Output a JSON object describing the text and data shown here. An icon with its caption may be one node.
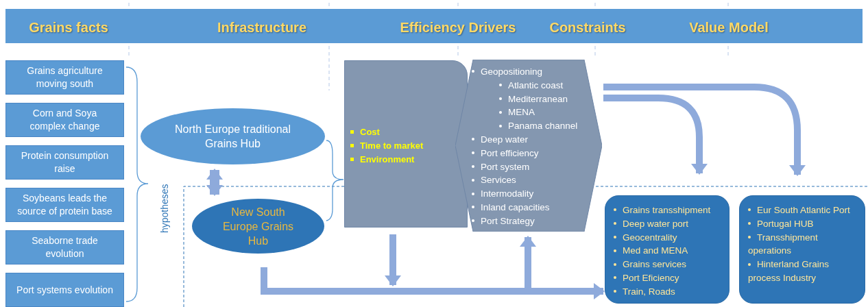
{
  "diagram": {
    "nodes": [
      {
        "text": [
          "Grains facts",
          "Infrastructure",
          "Efficiency Drivers",
          "Constraints",
          "Value Model"
        ]
      },
      {
        "text": [
          "Grains agriculture moving south"
        ]
      },
      {
        "text": [
          "Corn and Soya complex change"
        ]
      },
      {
        "text": [
          "Protein consumption raise"
        ]
      },
      {
        "text": [
          "Soybeans leads the source of protein base"
        ]
      },
      {
        "text": [
          "Seaborne trade evolution"
        ]
      },
      {
        "text": [
          "Port systems evolution"
        ]
      },
      {
        "text": [
          "North Europe traditional Grains Hub"
        ]
      },
      {
        "text": [
          "New South Europe Grains Hub"
        ]
      },
      {
        "text": [
          "Cost",
          "Time to market",
          "Environment"
        ]
      },
      {
        "text": [
          "Geopositioning",
          "Atlantic coast",
          "Mediterranean",
          "MENA",
          "Panama channel",
          "Deep water",
          "Port efficiency",
          "Port system",
          "Services",
          "Intermodality",
          "Inland capacities",
          "Port Strategy"
        ]
      },
      {
        "text": [
          "Grains transshipment",
          "Deep water port",
          "Geocentrality",
          "Med and MENA",
          "Grains services",
          "Port Eficiency",
          "Train, Roads"
        ]
      },
      {
        "text": [
          "Eur South Atlantic Port",
          "Portugal HUB",
          "Transshipment operations",
          "Hinterland Grains process Industry"
        ]
      }
    ],
    "edges": [
      {
        "from": 7,
        "to": 8,
        "arrow": "both"
      },
      {
        "from": 8,
        "to": 11,
        "arrow": "to"
      },
      {
        "from": 9,
        "to": null,
        "arrow": "to"
      },
      {
        "from": null,
        "to": 10,
        "arrow": "to"
      },
      {
        "from": 10,
        "to": 11,
        "arrow": "to"
      },
      {
        "from": 10,
        "to": 12,
        "arrow": "to"
      }
    ],
    "labels": [
      "hypotheses"
    ]
  }
}
